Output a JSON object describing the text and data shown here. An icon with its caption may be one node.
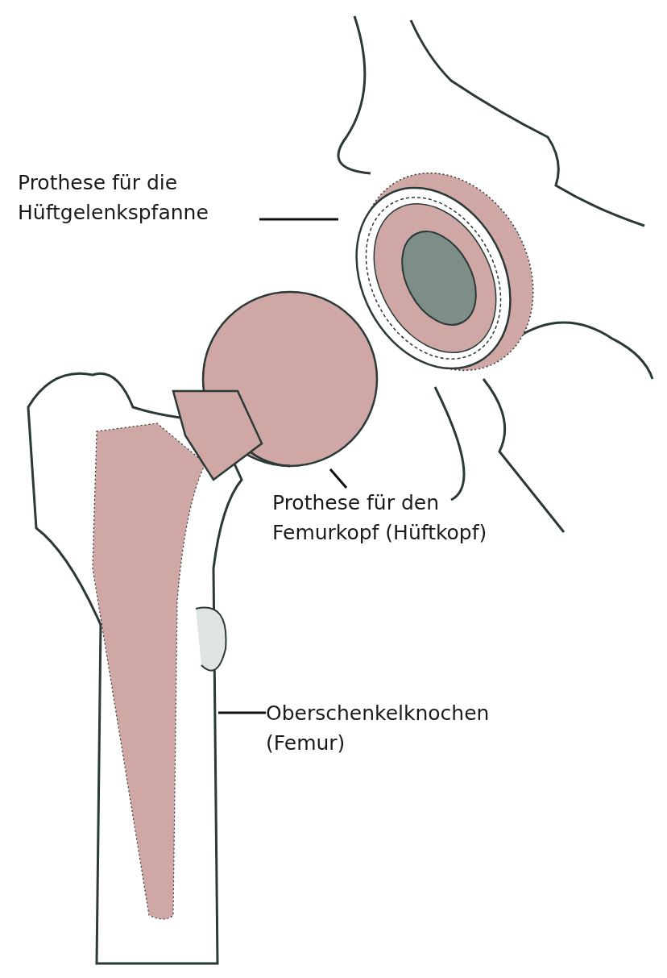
{
  "diagram": {
    "nodes": [
      {
        "text": [
          "Prothese für die Hüftgelenkspfanne"
        ]
      },
      {
        "text": [],
        "shape": "picture"
      },
      {
        "text": [
          "Prothese für den Femurkopf (Hüftkopf)"
        ]
      },
      {
        "text": [],
        "shape": "picture"
      },
      {
        "text": [
          "Oberschenkelknochen (Femur)"
        ]
      },
      {
        "text": [],
        "shape": "picture"
      }
    ],
    "edges": [
      {
        "from": 0,
        "to": 1,
        "arrow": "none"
      },
      {
        "from": 2,
        "to": 3,
        "arrow": "none"
      },
      {
        "from": 4,
        "to": 5,
        "arrow": "none"
      }
    ]
  }
}
